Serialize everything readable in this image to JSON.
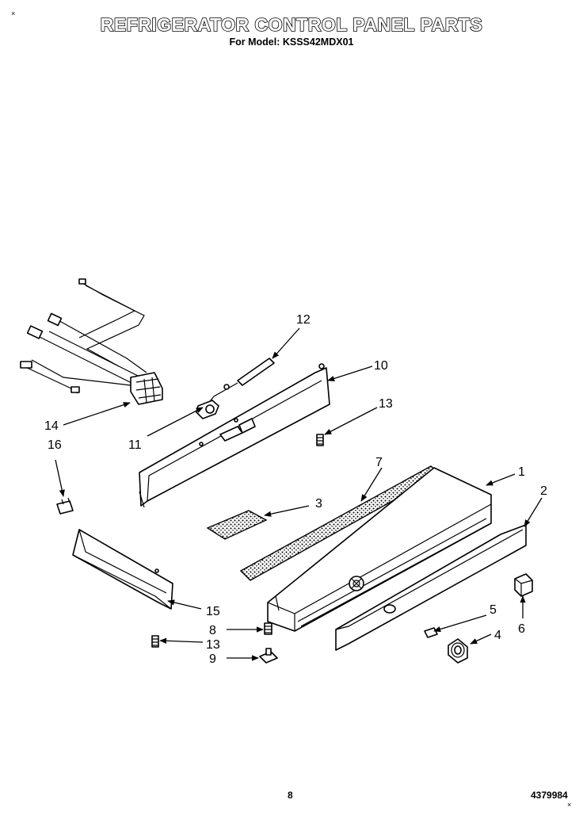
{
  "title": "REFRIGERATOR CONTROL PANEL PARTS",
  "subtitle": "For Model: KSSS42MDX01",
  "page_number": "8",
  "document_number": "4379984",
  "corner_mark_top": "×",
  "corner_mark_bottom": "×",
  "callouts": [
    "1",
    "2",
    "3",
    "4",
    "5",
    "6",
    "7",
    "8",
    "9",
    "10",
    "11",
    "12",
    "13",
    "13",
    "14",
    "15",
    "16"
  ]
}
